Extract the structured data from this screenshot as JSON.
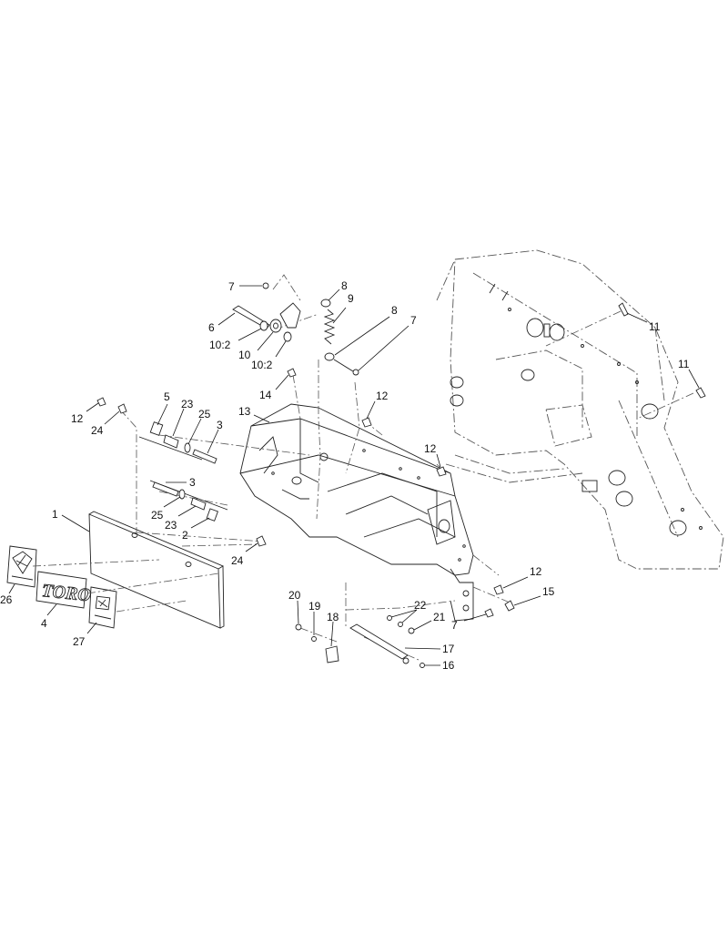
{
  "callouts": {
    "c7a": "7",
    "c8a": "8",
    "c9": "9",
    "c8b": "8",
    "c7b": "7",
    "c6": "6",
    "c10_2a": "10:2",
    "c10": "10",
    "c10_2b": "10:2",
    "c11a": "11",
    "c11b": "11",
    "c14": "14",
    "c12a": "12",
    "c13": "13",
    "c12b": "12",
    "c5": "5",
    "c23a": "23",
    "c25a": "25",
    "c3a": "3",
    "c12c": "12",
    "c24a": "24",
    "c3b": "3",
    "c25b": "25",
    "c23b": "23",
    "c2": "2",
    "c1": "1",
    "c24b": "24",
    "c26": "26",
    "c4": "4",
    "c27": "27",
    "c12d": "12",
    "c15": "15",
    "c20": "20",
    "c19": "19",
    "c18": "18",
    "c22": "22",
    "c21": "21",
    "c7c": "7",
    "c17": "17",
    "c16": "16"
  },
  "decals": {
    "logo_text": "TORO"
  },
  "colors": {
    "line": "#222222",
    "phantom": "#555555",
    "background": "#ffffff"
  }
}
